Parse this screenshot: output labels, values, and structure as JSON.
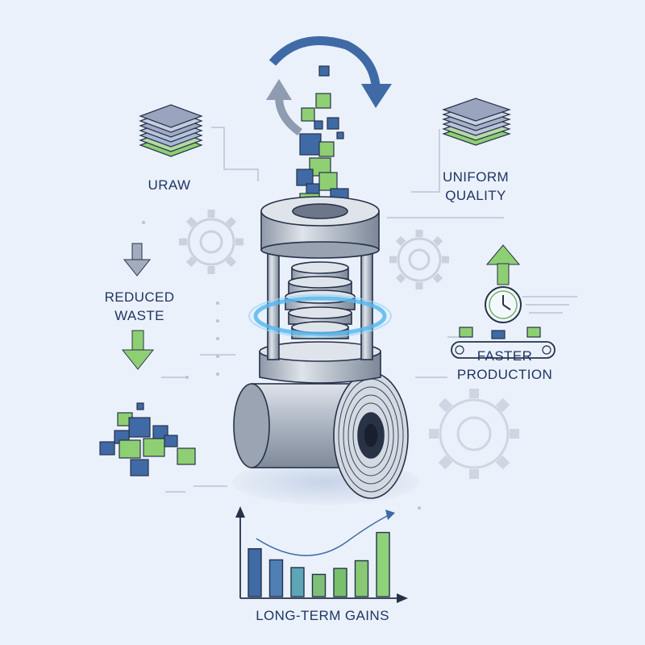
{
  "labels": {
    "raw": "URAW",
    "uniform_line1": "UNIFORM",
    "uniform_line2": "QUALITY",
    "reduced_line1": "REDUCED",
    "reduced_line2": "WASTE",
    "faster_line1": "FASTER",
    "faster_line2": "PRODUCTION",
    "gains": "LONG-TERM GAINS"
  },
  "gains_chart": {
    "type": "bar",
    "values": [
      5.6,
      4.3,
      3.4,
      2.6,
      3.3,
      4.2,
      7.5
    ],
    "colors": [
      "#3f6aa6",
      "#4f7fb5",
      "#5ca6b6",
      "#7fbf7a",
      "#79c06b",
      "#87c974",
      "#8fd27a"
    ]
  },
  "colors": {
    "background": "#eaf1fa",
    "blue": "#3f6aa6",
    "green": "#8fcf73",
    "steel": "#b4bcc8",
    "outline": "#26324a",
    "glow": "#58b8f0",
    "gear": "#cdd6e2"
  },
  "icons": [
    "recycle-arrows-icon",
    "layer-stack-icon",
    "down-arrow-icon",
    "up-arrow-icon",
    "gear-icon",
    "clock-icon",
    "conveyor-belt-icon",
    "cube-icon"
  ]
}
